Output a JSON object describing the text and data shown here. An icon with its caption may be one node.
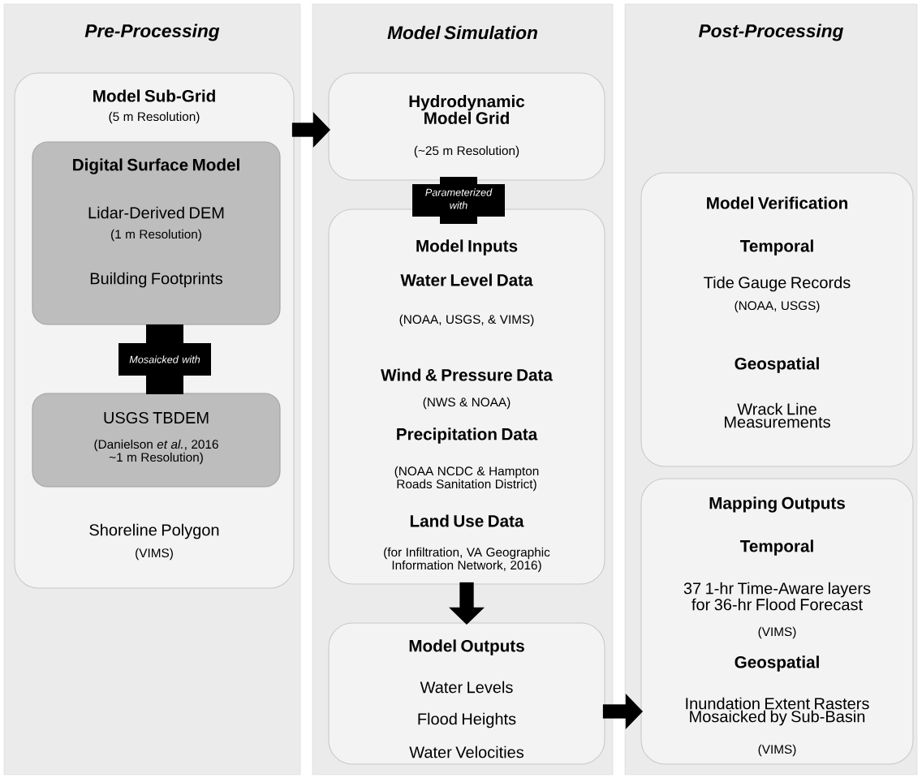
{
  "diagram": {
    "nodes": [
      {
        "text": [
          "Pre-Processing"
        ]
      },
      {
        "text": [
          "Model Sub-Grid",
          "(5 m Resolution)",
          "Shoreline Polygon",
          "(VIMS)"
        ],
        "in": 0
      },
      {
        "text": [
          "Digital Surface Model",
          "Lidar-Derived DEM",
          "(1 m Resolution)",
          "Building Footprints"
        ],
        "in": 1
      },
      {
        "text": [
          "Mosaicked with"
        ],
        "in": 1
      },
      {
        "text": [
          "USGS TBDEM",
          "(Danielson *et al.*, 2016 ~1 m Resolution)"
        ],
        "in": 1
      },
      {
        "text": [
          "Model Simulation"
        ]
      },
      {
        "text": [
          "Hydrodynamic Model Grid",
          "(~25 m Resolution)"
        ],
        "in": 5
      },
      {
        "text": [
          "Parameterized with"
        ],
        "in": 5
      },
      {
        "text": [
          "Model Inputs",
          "Water Level Data",
          "(NOAA, USGS, & VIMS)",
          "Wind & Pressure Data",
          "(NWS & NOAA)",
          "Precipitation Data",
          "(NOAA NCDC & Hampton Roads Sanitation District)",
          "Land Use Data",
          "(for Infiltration, VA Geographic Information Network, 2016)"
        ],
        "in": 5
      },
      {
        "text": [
          "Model Outputs",
          "Water Levels",
          "Flood Heights",
          "Water Velocities"
        ],
        "in": 5
      },
      {
        "text": [
          "Post-Processing"
        ]
      },
      {
        "text": [
          "Model Verification",
          "Temporal",
          "Tide Gauge Records",
          "(NOAA, USGS)",
          "Geospatial",
          "Wrack Line Measurements"
        ],
        "in": 10
      },
      {
        "text": [
          "Mapping Outputs",
          "Temporal",
          "37 1-hr Time-Aware layers for 36-hr Flood Forecast",
          "(VIMS)",
          "Geospatial",
          "Inundation Extent Rasters Mosaicked by Sub-Basin",
          "(VIMS)"
        ],
        "in": 10
      }
    ],
    "edges": [
      {
        "from": 1,
        "to": 6,
        "arrow": "to"
      },
      {
        "from": 8,
        "to": 9,
        "arrow": "to"
      },
      {
        "from": 9,
        "to": 12,
        "arrow": "to"
      }
    ]
  }
}
